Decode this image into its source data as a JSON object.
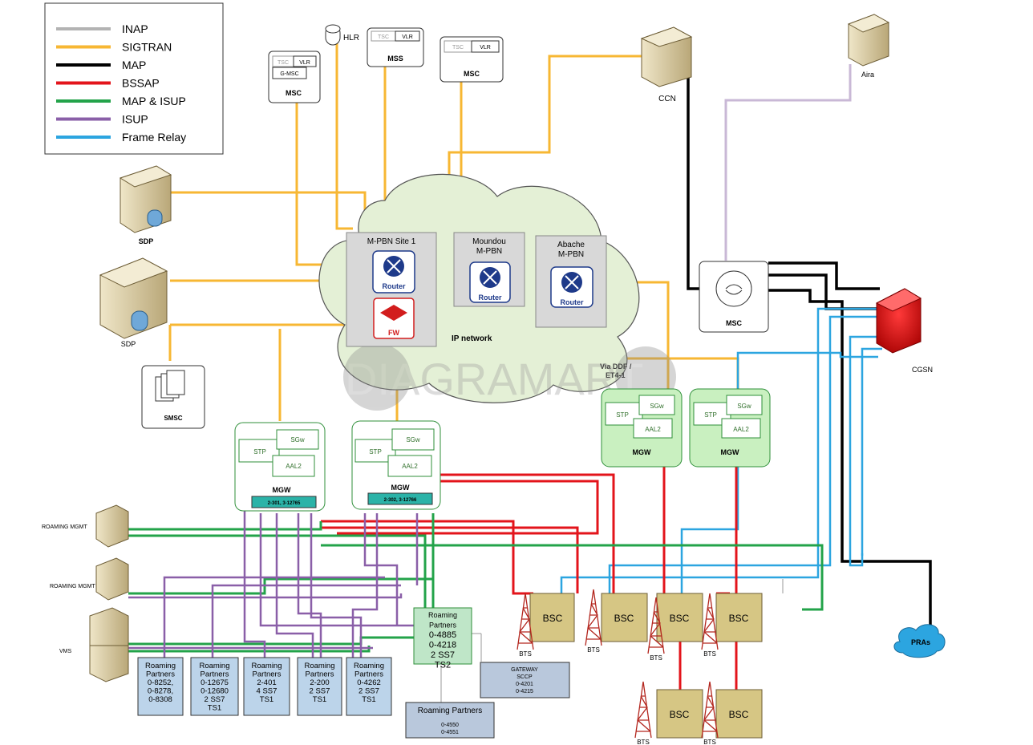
{
  "legend": [
    {
      "label": "INAP",
      "color": "#b3b3b3"
    },
    {
      "label": "SIGTRAN",
      "color": "#f7b733"
    },
    {
      "label": "MAP",
      "color": "#000000"
    },
    {
      "label": "BSSAP",
      "color": "#e3141b"
    },
    {
      "label": "MAP & ISUP",
      "color": "#23a34a"
    },
    {
      "label": "ISUP",
      "color": "#8a5fa8"
    },
    {
      "label": "Frame Relay",
      "color": "#2ca5e0"
    }
  ],
  "colors": {
    "sigtran": "#f7b733",
    "map": "#000000",
    "bssap": "#e3141b",
    "mapisup": "#23a34a",
    "isup": "#8a5fa8",
    "frame": "#2ca5e0",
    "inap": "#c9b8d6",
    "cloud": "#e4f0d6",
    "mgw_green": "#c9f0c0",
    "bsc": "#d6c684",
    "partner": "#bcd4ea",
    "gateway": "#b9c8dc"
  },
  "nodes": {
    "hlr": "HLR",
    "msc1": {
      "tsc": "TSC",
      "vlr": "VLR",
      "gmsc": "G-MSC",
      "name": "MSC"
    },
    "mss": {
      "tsc": "TSC",
      "vlr": "VLR",
      "name": "MSS"
    },
    "msc2": {
      "tsc": "TSC",
      "vlr": "VLR",
      "name": "MSC"
    },
    "ccn": "CCN",
    "aira": "Aira",
    "sdp1": "SDP",
    "sdp2": "SDP",
    "smsc": "SMSC",
    "cloud": "IP network",
    "site1": {
      "title": "M-PBN Site 1",
      "router": "Router",
      "fw": "FW"
    },
    "moundou": {
      "title1": "Moundou",
      "title2": "M-PBN",
      "router": "Router"
    },
    "abache": {
      "title1": "Abache",
      "title2": "M-PBN",
      "router": "Router"
    },
    "msc_right": "MSC",
    "cgsn": "CGSN",
    "via": [
      "Via DDF /",
      "ET4-1"
    ],
    "mgw_a": {
      "stp": "STP",
      "sgw": "SGw",
      "aal2": "AAL2",
      "name": "MGW",
      "id": "2-301, 3-12765"
    },
    "mgw_b": {
      "stp": "STP",
      "sgw": "SGw",
      "aal2": "AAL2",
      "name": "MGW",
      "id": "2-302, 3-12766"
    },
    "mgw_c": {
      "stp": "STP",
      "sgw": "SGw",
      "aal2": "AAL2",
      "name": "MGW"
    },
    "mgw_d": {
      "stp": "STP",
      "sgw": "SGw",
      "aal2": "AAL2",
      "name": "MGW"
    },
    "roaming_mgmt1": "ROAMING MGMT",
    "roaming_mgmt2": "ROAMING MGMT",
    "vms": "VMS",
    "pras": "PRAs",
    "bsc": "BSC",
    "bts": "BTS"
  },
  "partners": [
    {
      "lines": [
        "Roaming",
        "Partners",
        "0-8252,",
        "0-8278,",
        "0-8308"
      ]
    },
    {
      "lines": [
        "Roaming",
        "Partners",
        "0-12675",
        "0-12680",
        "2 SS7",
        "TS1"
      ]
    },
    {
      "lines": [
        "Roaming",
        "Partners",
        "2-401",
        "4 SS7",
        "TS1"
      ]
    },
    {
      "lines": [
        "Roaming",
        "Partners",
        "2-200",
        "2 SS7",
        "TS1"
      ]
    },
    {
      "lines": [
        "Roaming",
        "Partners",
        "0-4262",
        "2 SS7",
        "TS1"
      ]
    }
  ],
  "partner_green": {
    "lines": [
      "Roaming",
      "Partners",
      "0-4885",
      "0-4218",
      "2 SS7",
      "TS2"
    ]
  },
  "gateway": {
    "lines": [
      "GATEWAY",
      "SCCP",
      "0-4201",
      "0-4215"
    ]
  },
  "partner_bottom": {
    "title": "Roaming Partners",
    "lines": [
      "0-4550",
      "0-4551"
    ]
  },
  "watermark": "DIAGRAMART"
}
